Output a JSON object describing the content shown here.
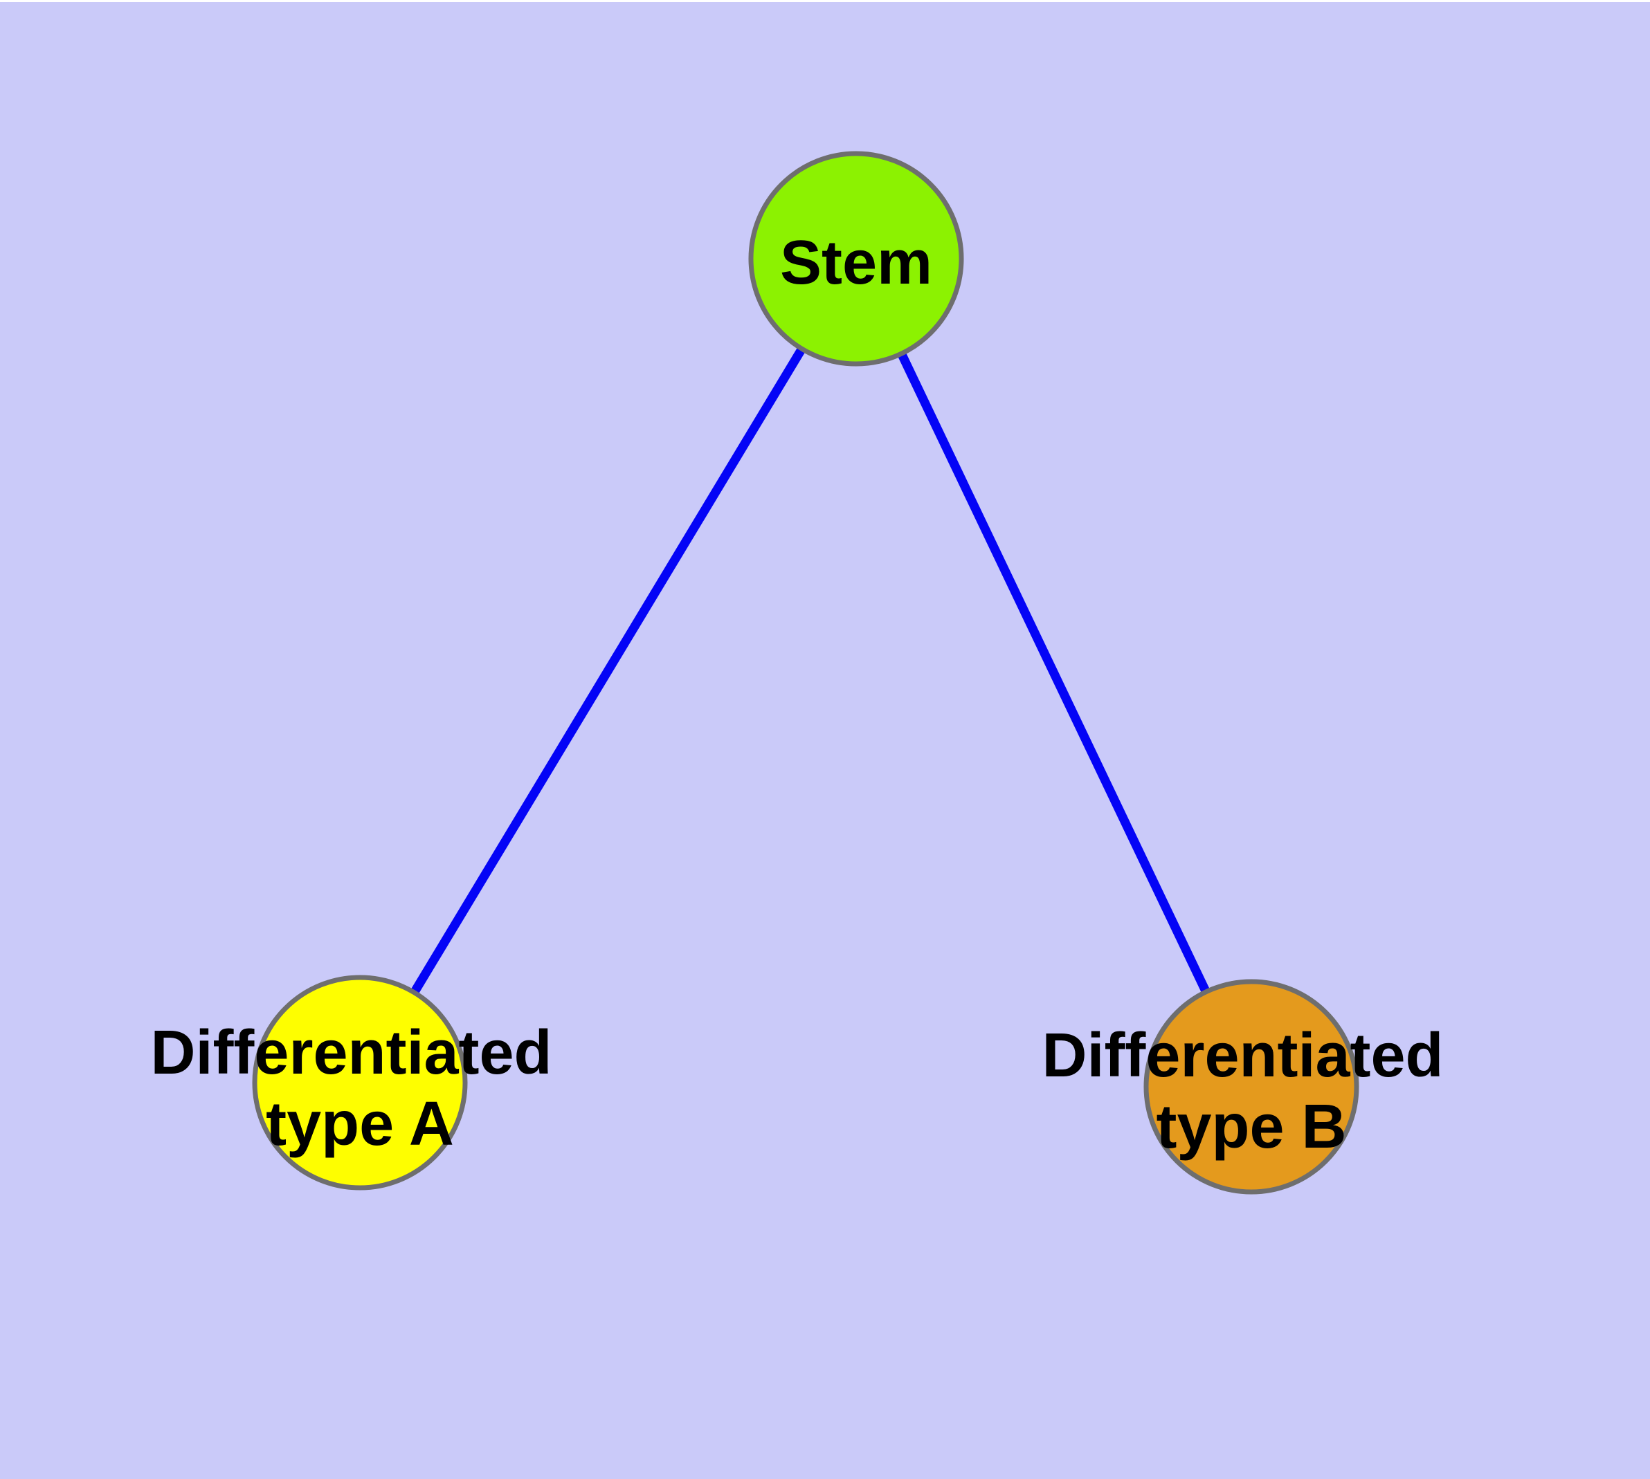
{
  "canvas": {
    "background_color": "#CACAF9",
    "top_strip_color": "#FFFFFF"
  },
  "style": {
    "edge_color": "#0404F6",
    "node_border_color": "#6E6E6E",
    "label_color": "#000000"
  },
  "nodes": [
    {
      "id": "stem",
      "label": "Stem",
      "label_line1": "Stem",
      "label_line2": "",
      "color": "#8CF201"
    },
    {
      "id": "differentiated-type-a",
      "label": "Differentiated type A",
      "label_line1": "Differentiated",
      "label_line2": "type A",
      "color": "#FEFE00"
    },
    {
      "id": "differentiated-type-b",
      "label": "Differentiated type B",
      "label_line1": "Differentiated",
      "label_line2": "type B",
      "color": "#E49A1D"
    }
  ],
  "edges": [
    {
      "from": "Stem",
      "to": "Differentiated type A"
    },
    {
      "from": "Stem",
      "to": "Differentiated type B"
    }
  ]
}
